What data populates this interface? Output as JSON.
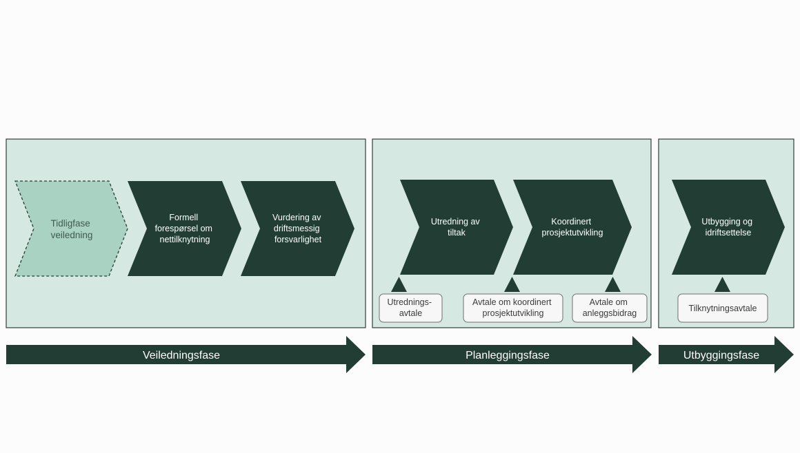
{
  "colors": {
    "panel_fill": "#d5e8e1",
    "panel_stroke": "#2d3f38",
    "dark": "#213d34",
    "light_chevron": "#a9d2c3",
    "light_text": "#3f5a52",
    "label_box_fill": "#f7f7f7",
    "label_box_stroke": "#6e6e6e",
    "label_text": "#3a3a3a",
    "white": "#ffffff",
    "background": "#fcfcfc"
  },
  "phases": [
    {
      "name": "Veiledningsfase",
      "steps": [
        {
          "lines": [
            "Tidligfase",
            "veiledning"
          ],
          "style": "dashed-light"
        },
        {
          "lines": [
            "Formell",
            "forespørsel om",
            "nettilknytning"
          ],
          "style": "dark"
        },
        {
          "lines": [
            "Vurdering av",
            "driftsmessig",
            "forsvarlighet"
          ],
          "style": "dark"
        }
      ],
      "agreements": []
    },
    {
      "name": "Planleggingsfase",
      "steps": [
        {
          "lines": [
            "Utredning av",
            "tiltak"
          ],
          "style": "dark"
        },
        {
          "lines": [
            "Koordinert",
            "prosjektutvikling"
          ],
          "style": "dark"
        }
      ],
      "agreements": [
        {
          "lines": [
            "Utrednings-",
            "avtale"
          ]
        },
        {
          "lines": [
            "Avtale om koordinert",
            "prosjektutvikling"
          ]
        },
        {
          "lines": [
            "Avtale om",
            "anleggsbidrag"
          ]
        }
      ]
    },
    {
      "name": "Utbyggingsfase",
      "steps": [
        {
          "lines": [
            "Utbygging og",
            "idriftsettelse"
          ],
          "style": "dark"
        }
      ],
      "agreements": [
        {
          "lines": [
            "Tilknytningsavtale"
          ]
        }
      ]
    }
  ]
}
